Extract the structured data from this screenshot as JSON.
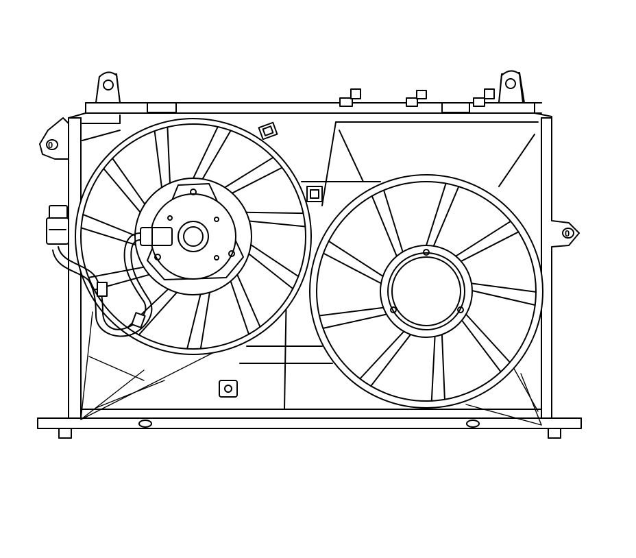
{
  "diagram": {
    "stroke_color": "#000000",
    "background_color": "#ffffff",
    "fans": [
      {
        "id": "left",
        "has_motor": true,
        "blades": 11
      },
      {
        "id": "right",
        "has_motor": false,
        "blades": 9
      }
    ],
    "shroud_marks": [
      "0",
      "0"
    ]
  }
}
